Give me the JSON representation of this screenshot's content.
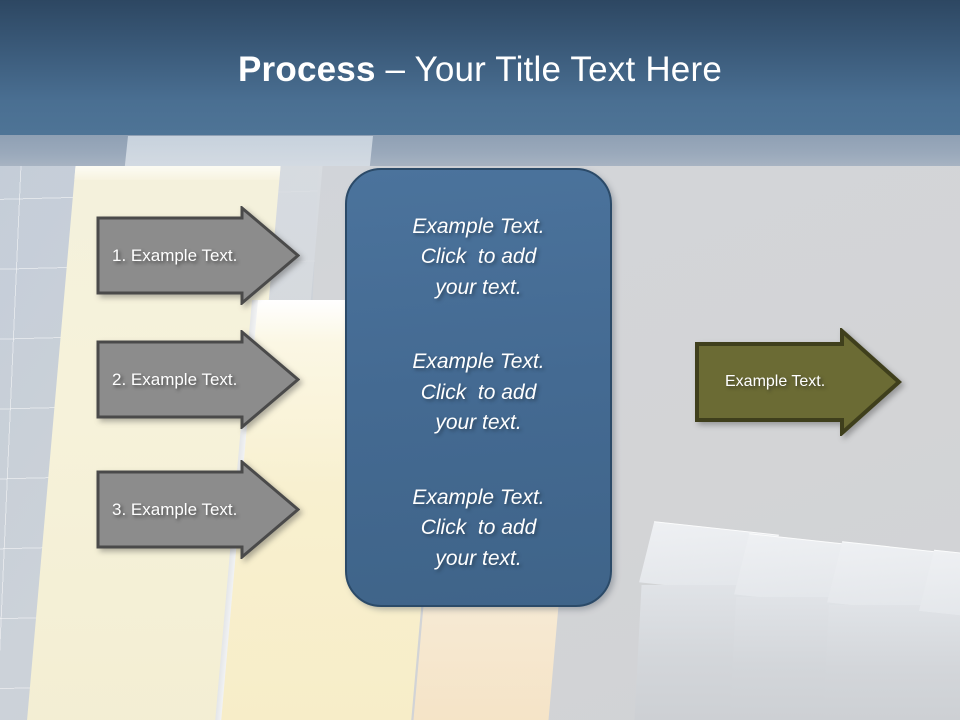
{
  "slide": {
    "title_strong": "Process",
    "title_rest": " – Your Title Text Here"
  },
  "colors": {
    "header_blue_dark": "#2d4762",
    "header_blue_light": "#4e7496",
    "box_blue_fill": "#446a92",
    "box_blue_border": "#2b4a68",
    "gray_arrow_fill": "#8c8c8c",
    "gray_arrow_border": "#4a4a4a",
    "olive_arrow_fill": "#6b6b34",
    "olive_arrow_border": "#3f3f1c",
    "background_gray": "#d2d4d7",
    "background_cream": "#f6f2da"
  },
  "steps": {
    "arrows": [
      {
        "label": "1. Example Text."
      },
      {
        "label": "2. Example Text."
      },
      {
        "label": "3. Example Text."
      }
    ]
  },
  "center_box": {
    "blocks": [
      {
        "line1": "Example Text.",
        "line2": "Click  to add",
        "line3": "your text."
      },
      {
        "line1": "Example Text.",
        "line2": "Click  to add",
        "line3": "your text."
      },
      {
        "line1": "Example Text.",
        "line2": "Click  to add",
        "line3": "your text."
      }
    ]
  },
  "result": {
    "arrow": {
      "label": "Example Text."
    }
  }
}
